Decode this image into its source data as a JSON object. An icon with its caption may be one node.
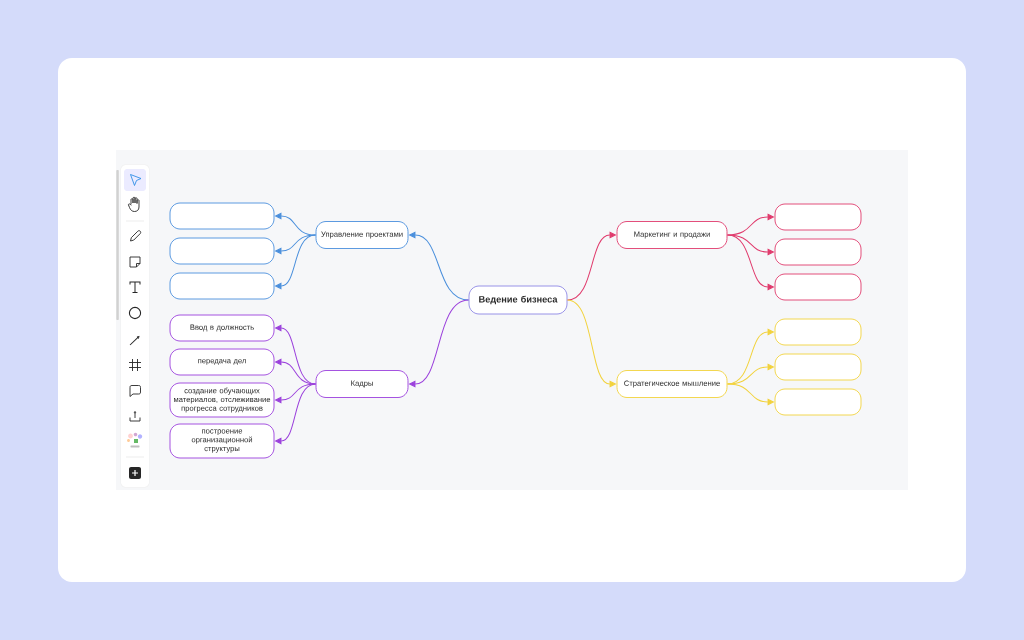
{
  "diagram": {
    "nodes": [
      {
        "text": [
          "Ведение бизнеса"
        ]
      },
      {
        "text": [
          "Управление проектами"
        ]
      },
      {
        "text": [],
        "shape": "box"
      },
      {
        "text": [],
        "shape": "box"
      },
      {
        "text": [],
        "shape": "box"
      },
      {
        "text": [
          "Кадры"
        ]
      },
      {
        "text": [
          "Ввод в должность"
        ]
      },
      {
        "text": [
          "передача дел"
        ]
      },
      {
        "text": [
          "создание обучающих материалов, отслеживание прогресса сотрудников"
        ]
      },
      {
        "text": [
          "построение организационной структуры"
        ]
      },
      {
        "text": [
          "Маркетинг и продажи"
        ]
      },
      {
        "text": [],
        "shape": "box"
      },
      {
        "text": [],
        "shape": "box"
      },
      {
        "text": [],
        "shape": "box"
      },
      {
        "text": [
          "Стратегическое мышление"
        ]
      },
      {
        "text": [],
        "shape": "box"
      },
      {
        "text": [],
        "shape": "box"
      },
      {
        "text": [],
        "shape": "box"
      }
    ],
    "edges": [
      {
        "from": 0,
        "to": 1,
        "arrow": "to",
        "color": "#4a8fdc"
      },
      {
        "from": 1,
        "to": 2,
        "arrow": "to",
        "color": "#4a8fdc"
      },
      {
        "from": 1,
        "to": 3,
        "arrow": "to",
        "color": "#4a8fdc"
      },
      {
        "from": 1,
        "to": 4,
        "arrow": "to",
        "color": "#4a8fdc"
      },
      {
        "from": 0,
        "to": 5,
        "arrow": "to",
        "color": "#9b40dc"
      },
      {
        "from": 5,
        "to": 6,
        "arrow": "to",
        "color": "#9b40dc"
      },
      {
        "from": 5,
        "to": 7,
        "arrow": "to",
        "color": "#9b40dc"
      },
      {
        "from": 5,
        "to": 8,
        "arrow": "to",
        "color": "#9b40dc"
      },
      {
        "from": 5,
        "to": 9,
        "arrow": "to",
        "color": "#9b40dc"
      },
      {
        "from": 0,
        "to": 10,
        "arrow": "to",
        "color": "#e03a6c"
      },
      {
        "from": 10,
        "to": 11,
        "arrow": "to",
        "color": "#e03a6c"
      },
      {
        "from": 10,
        "to": 12,
        "arrow": "to",
        "color": "#e03a6c"
      },
      {
        "from": 10,
        "to": 13,
        "arrow": "to",
        "color": "#e03a6c"
      },
      {
        "from": 0,
        "to": 14,
        "arrow": "to",
        "color": "#f2d23c"
      },
      {
        "from": 14,
        "to": 15,
        "arrow": "to",
        "color": "#f2d23c"
      },
      {
        "from": 14,
        "to": 16,
        "arrow": "to",
        "color": "#f2d23c"
      },
      {
        "from": 14,
        "to": 17,
        "arrow": "to",
        "color": "#f2d23c"
      }
    ]
  }
}
